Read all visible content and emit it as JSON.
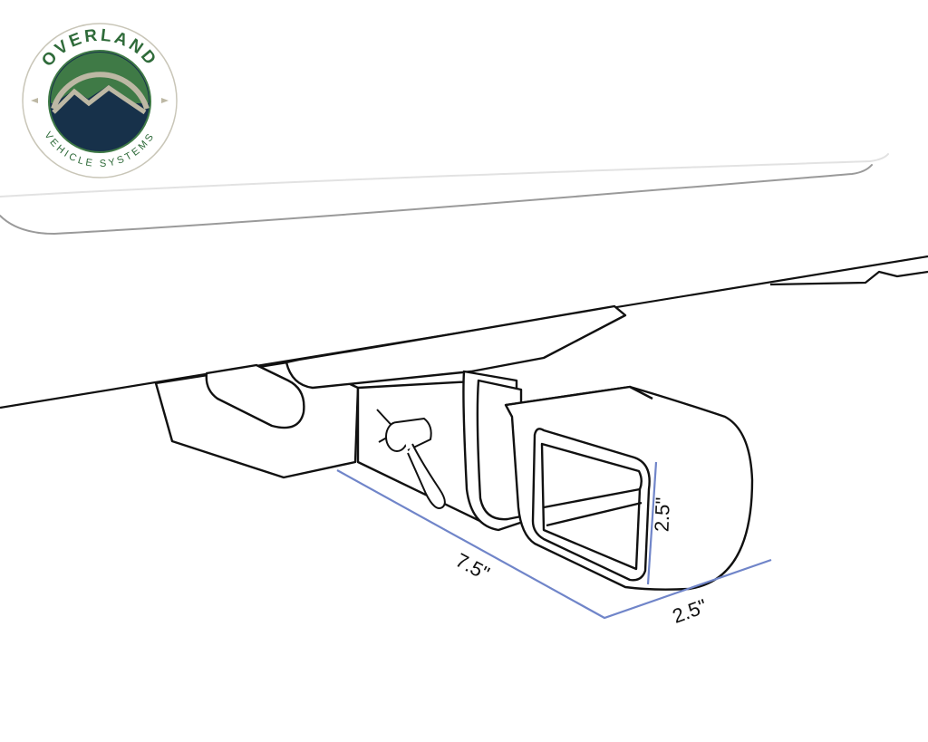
{
  "logo": {
    "top_text": "OVERLAND",
    "bottom_text": "VEHICLE SYSTEMS",
    "colors": {
      "green": "#3f7a46",
      "navy": "#17314a",
      "tan": "#bdb8a4",
      "text_green": "#2f6b3a"
    }
  },
  "illustration": {
    "subject": "hitch-receiver-adapter",
    "line_color": "#111111",
    "dimension_line_color": "#7085c9"
  },
  "dimensions": {
    "length": "7.5\"",
    "height": "2.5\"",
    "width": "2.5\""
  }
}
